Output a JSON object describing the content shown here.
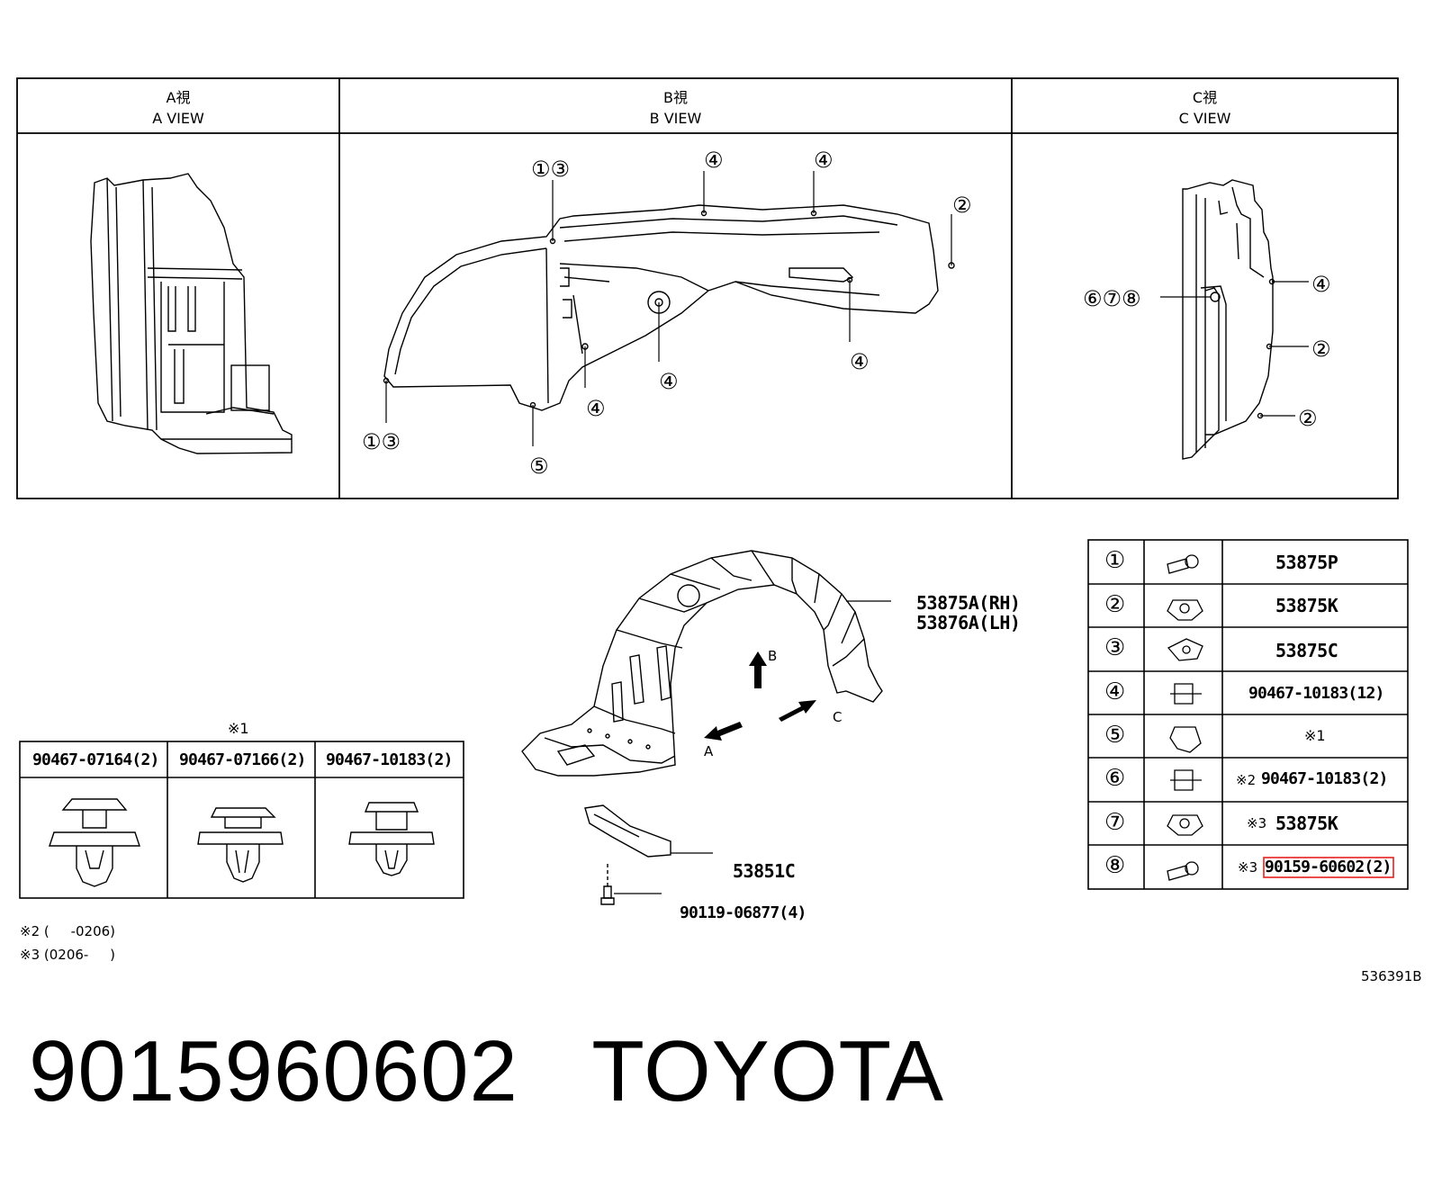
{
  "views": [
    {
      "jp": "A視",
      "en": "A VIEW"
    },
    {
      "jp": "B視",
      "en": "B VIEW"
    },
    {
      "jp": "C視",
      "en": "C VIEW"
    }
  ],
  "b_view_callouts": [
    "①③",
    "④",
    "④",
    "②",
    "①③",
    "⑤",
    "④",
    "④",
    "④"
  ],
  "c_view_callouts": [
    "⑥⑦⑧",
    "④",
    "②",
    "②"
  ],
  "liner_labels": [
    "53875A(RH)",
    "53876A(LH)"
  ],
  "arrow_labels": [
    "A",
    "B",
    "C"
  ],
  "bracket_label": "53851C",
  "bolt_label": "90119-06877(4)",
  "clip_group_mark": "※1",
  "clip_table": [
    "90467-07164(2)",
    "90467-07166(2)",
    "90467-10183(2)"
  ],
  "notes": [
    "※2 (     -0206)",
    "※3 (0206-     )"
  ],
  "drawing_code": "536391B",
  "parts_table": [
    {
      "num": "①",
      "mark": "",
      "part": "53875P"
    },
    {
      "num": "②",
      "mark": "",
      "part": "53875K"
    },
    {
      "num": "③",
      "mark": "",
      "part": "53875C"
    },
    {
      "num": "④",
      "mark": "",
      "part": "90467-10183(12)"
    },
    {
      "num": "⑤",
      "mark": "※1",
      "part": ""
    },
    {
      "num": "⑥",
      "mark": "※2",
      "part": "90467-10183(2)"
    },
    {
      "num": "⑦",
      "mark": "※3",
      "part": "53875K"
    },
    {
      "num": "⑧",
      "mark": "※3",
      "part": "90159-60602(2)"
    }
  ],
  "highlight_color": "#e8201e",
  "footer": {
    "part_number": "9015960602",
    "brand": "TOYOTA"
  }
}
